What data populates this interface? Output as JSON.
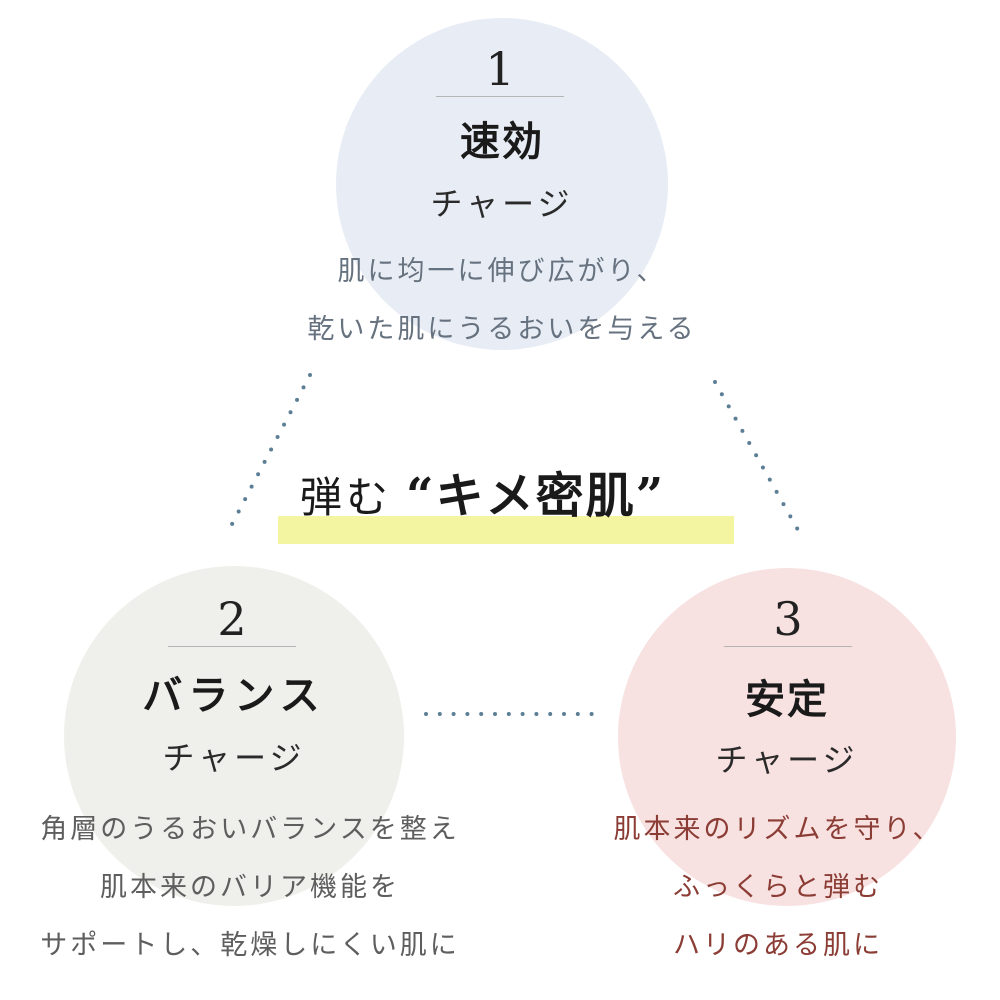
{
  "colors": {
    "circle1": "#e8edf5",
    "circle2": "#efefeb",
    "circle3": "#f8e1e1",
    "dots": "#5c7f96",
    "highlight": "#f4f5a0",
    "desc3": "#8b3d35"
  },
  "item1": {
    "number": "1",
    "title": "速効",
    "subtitle": "チャージ",
    "desc": [
      "肌に均一に伸び広がり、",
      "乾いた肌にうるおいを与える"
    ]
  },
  "item2": {
    "number": "2",
    "title": "バランス",
    "subtitle": "チャージ",
    "desc": [
      "角層のうるおいバランスを整え",
      "肌本来のバリア機能を",
      "サポートし、乾燥しにくい肌に"
    ]
  },
  "item3": {
    "number": "3",
    "title": "安定",
    "subtitle": "チャージ",
    "desc": [
      "肌本来のリズムを守り、",
      "ふっくらと弾む",
      "ハリのある肌に"
    ]
  },
  "center": {
    "prefix": "弾む",
    "quoted": "“キメ密肌”"
  }
}
